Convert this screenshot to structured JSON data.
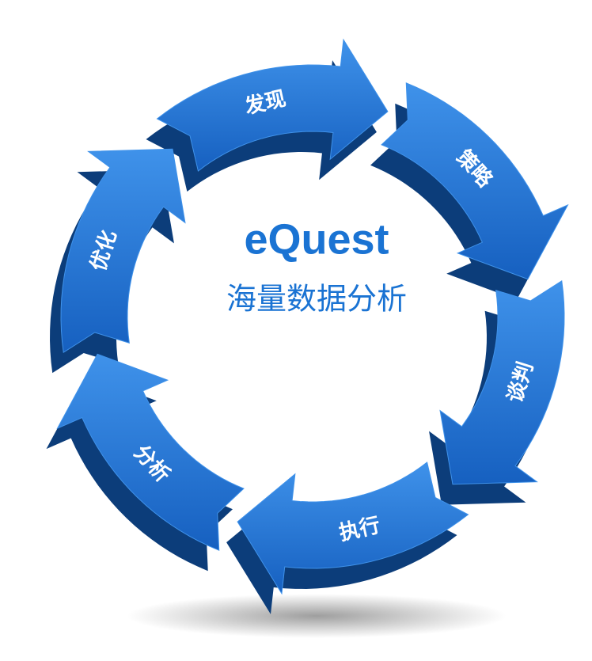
{
  "center": {
    "title": "eQuest",
    "subtitle": "海量数据分析"
  },
  "stages": [
    {
      "label": "发现"
    },
    {
      "label": "策略"
    },
    {
      "label": "谈判"
    },
    {
      "label": "执行"
    },
    {
      "label": "分析"
    },
    {
      "label": "优化"
    }
  ],
  "colors": {
    "arrow_face": "#1a6fd0",
    "arrow_light": "#3f92ea",
    "arrow_side": "#0c3d7a",
    "text_accent": "#1a73d3"
  }
}
